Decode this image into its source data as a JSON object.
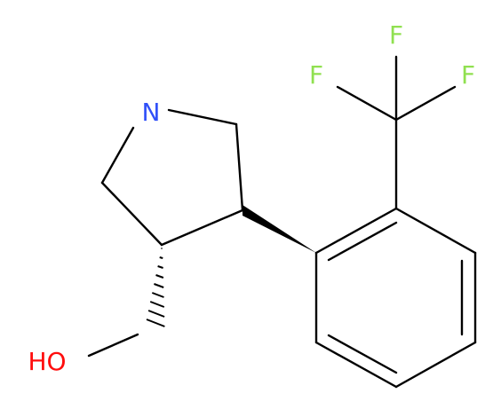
{
  "molecule": {
    "atoms": {
      "nitrogen": "N",
      "hydroxyl": "HO",
      "fluorine_left": "F",
      "fluorine_top": "F",
      "fluorine_right": "F"
    },
    "colors": {
      "bond": "#000000",
      "nitrogen": "#3050F8",
      "oxygen": "#FF0D0D",
      "fluorine": "#90E050"
    }
  }
}
